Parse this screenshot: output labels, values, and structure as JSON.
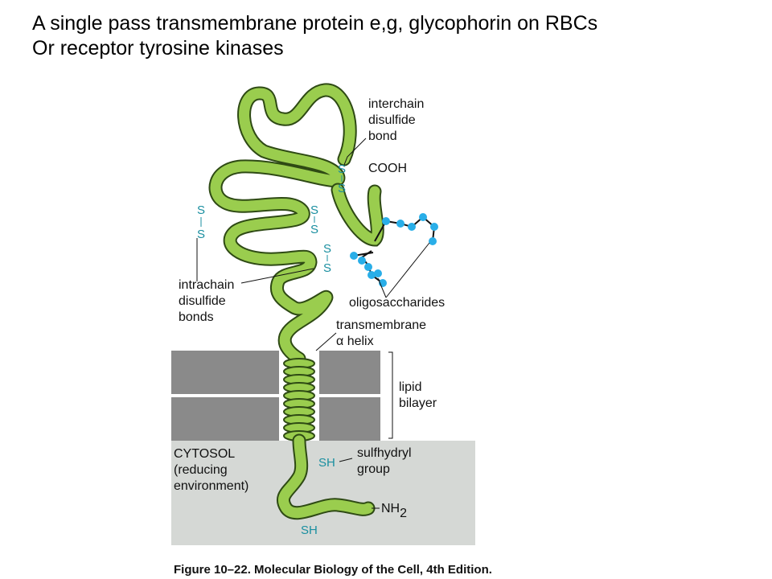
{
  "title": {
    "line1": "A single pass transmembrane protein e,g, glycophorin on RBCs",
    "line2": "Or receptor tyrosine kinases"
  },
  "diagram": {
    "labels": {
      "interchain_1": "interchain",
      "interchain_2": "disulfide",
      "interchain_3": "bond",
      "cooh": "COOH",
      "intrachain_1": "intrachain",
      "intrachain_2": "disulfide",
      "intrachain_3": "bonds",
      "oligosaccharides": "oligosaccharides",
      "transmembrane_1": "transmembrane",
      "transmembrane_2": "α helix",
      "lipid_1": "lipid",
      "lipid_2": "bilayer",
      "cytosol_1": "CYTOSOL",
      "cytosol_2": "(reducing",
      "cytosol_3": "environment)",
      "sulfhydryl_1": "sulfhydryl",
      "sulfhydryl_2": "group",
      "nh2": "NH",
      "nh2_sub": "2",
      "sh_1": "SH",
      "sh_2": "SH",
      "s": "S"
    },
    "caption": "Figure 10–22. Molecular Biology of the Cell, 4th Edition.",
    "colors": {
      "protein_fill": "#9acd4e",
      "protein_outline": "#2e4a14",
      "sugar": "#29aee8",
      "membrane": "#8a8a8a",
      "cytosol": "#d5d8d5",
      "disulfide_text": "#1a8fa0"
    }
  }
}
